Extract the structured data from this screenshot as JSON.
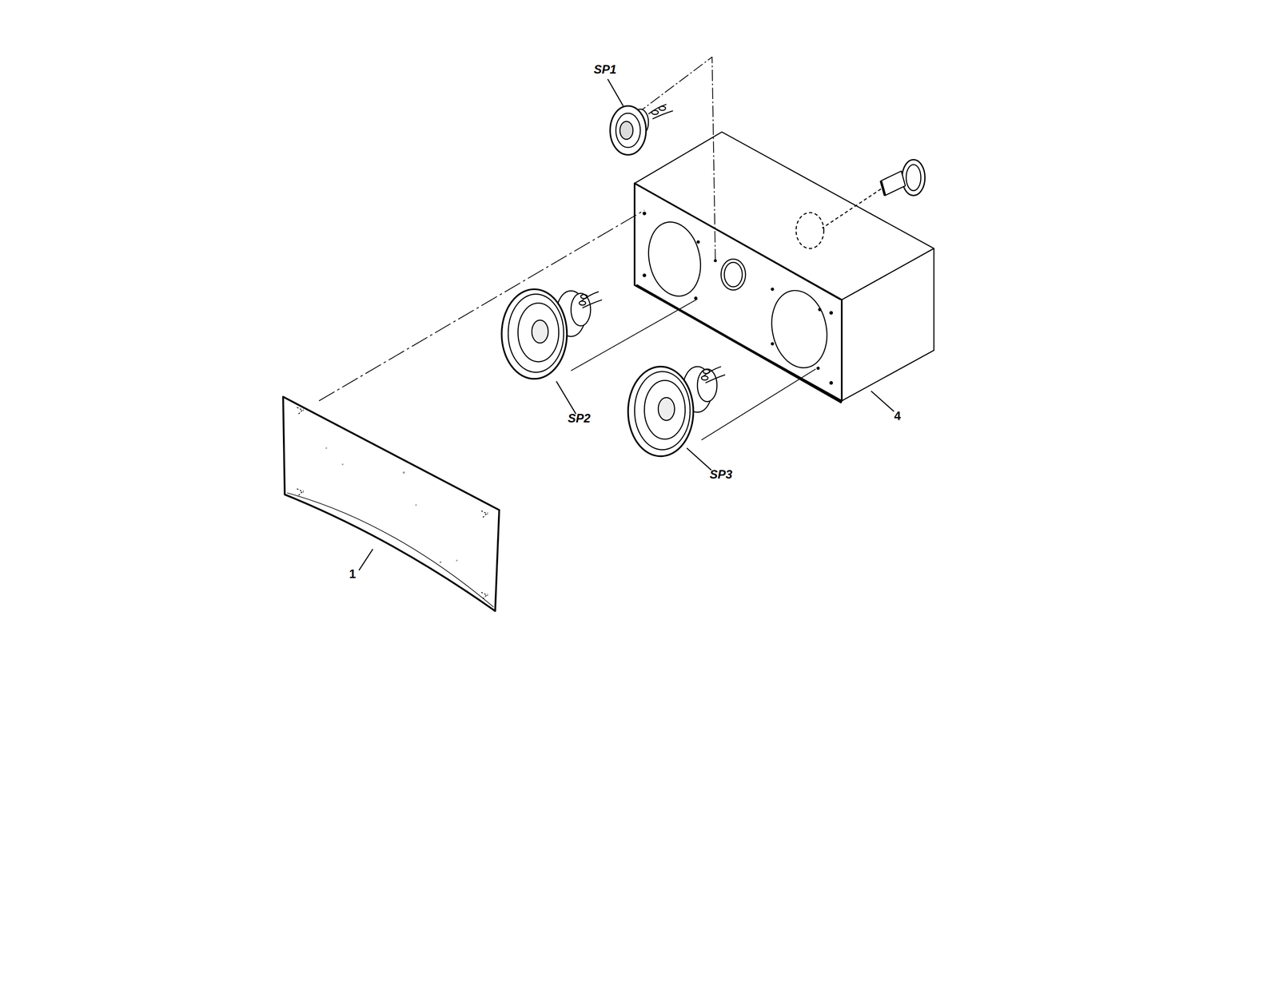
{
  "diagram": {
    "labels": [
      "SP1",
      "SP2",
      "SP3",
      "4",
      "1"
    ]
  }
}
